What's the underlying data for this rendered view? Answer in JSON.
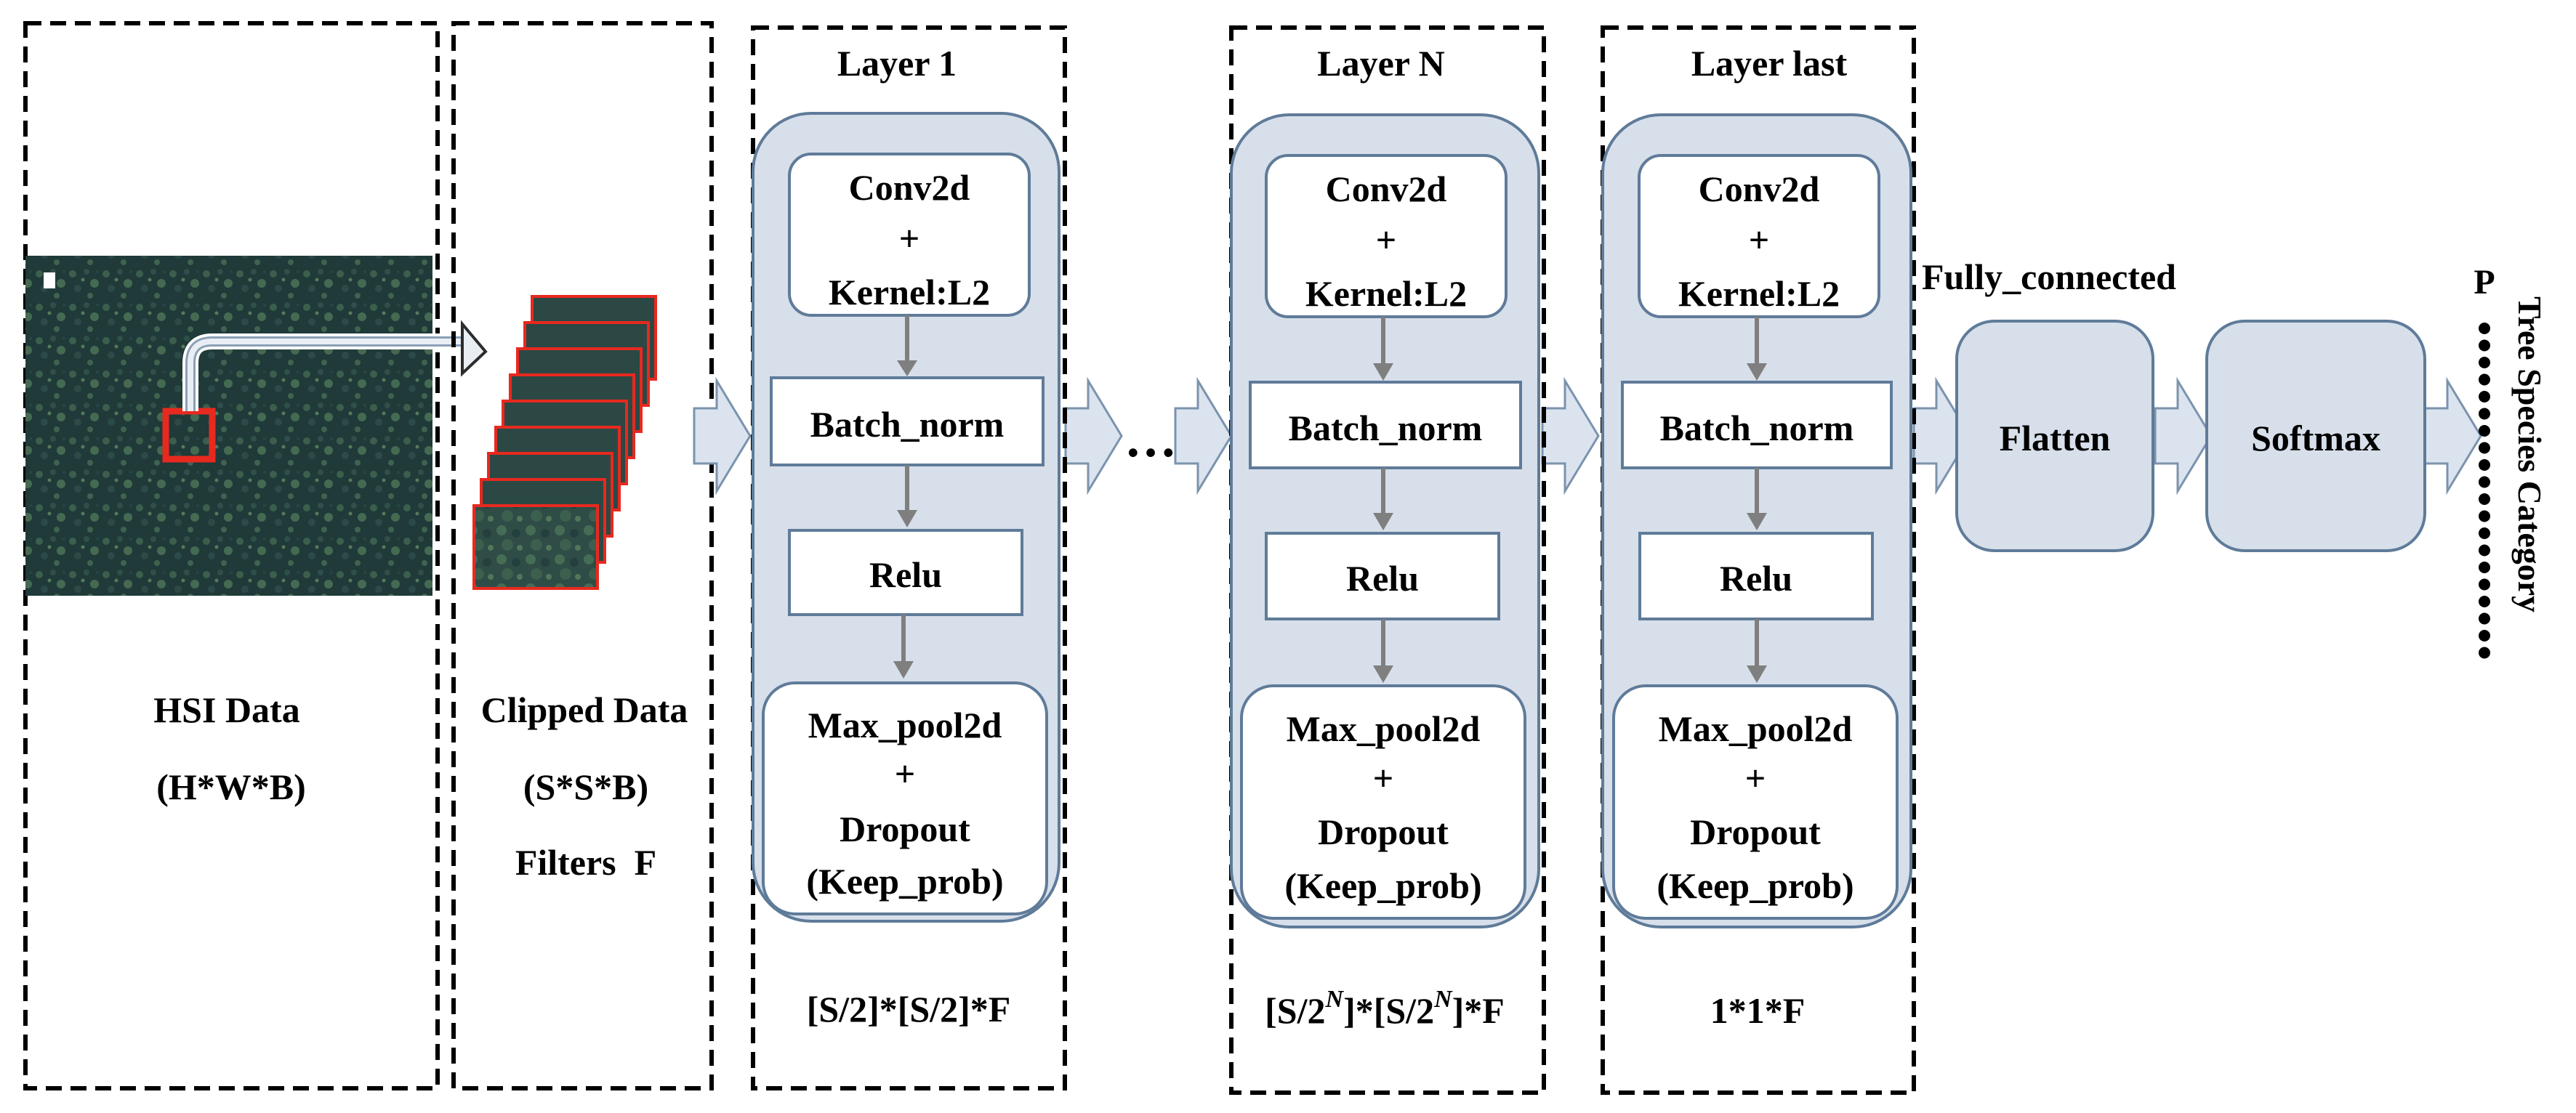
{
  "hsi": {
    "label": "HSI Data",
    "dims": "(H*W*B)"
  },
  "clipped": {
    "label": "Clipped Data",
    "dims": "(S*S*B)",
    "filters": "Filters  F"
  },
  "layers": [
    {
      "title": "Layer 1",
      "conv": [
        "Conv2d",
        "+",
        "Kernel:L2"
      ],
      "batch_norm": "Batch_norm",
      "relu": "Relu",
      "pool": [
        "Max_pool2d",
        "+",
        "Dropout",
        "(Keep_prob)"
      ],
      "output_size": "[S/2]*[S/2]*F"
    },
    {
      "title": "Layer N",
      "conv": [
        "Conv2d",
        "+",
        "Kernel:L2"
      ],
      "batch_norm": "Batch_norm",
      "relu": "Relu",
      "pool": [
        "Max_pool2d",
        "+",
        "Dropout",
        "(Keep_prob)"
      ],
      "output_size": "[S/2^N]*[S/2^N]*F",
      "output_size_parts": [
        "[S/2",
        "N",
        "]*[S/2",
        "N",
        "]*F"
      ]
    },
    {
      "title": "Layer last",
      "conv": [
        "Conv2d",
        "+",
        "Kernel:L2"
      ],
      "batch_norm": "Batch_norm",
      "relu": "Relu",
      "pool": [
        "Max_pool2d",
        "+",
        "Dropout",
        "(Keep_prob)"
      ],
      "output_size": "1*1*F"
    }
  ],
  "ellipsis": "…",
  "fully_connected": "Fully_connected",
  "flatten": "Flatten",
  "softmax": "Softmax",
  "output": {
    "p_label": "P",
    "category_label": "Tree Species Category"
  },
  "colors": {
    "layer_fill": "#d7dfea",
    "layer_stroke": "#5f7b99",
    "arrow_fill": "#dbe3ee",
    "arrow_stroke": "#7b93ad",
    "flow_arrow": "#7f7f7f",
    "patch_outline": "#e8291f",
    "hsi_background": "#1f3a39"
  }
}
